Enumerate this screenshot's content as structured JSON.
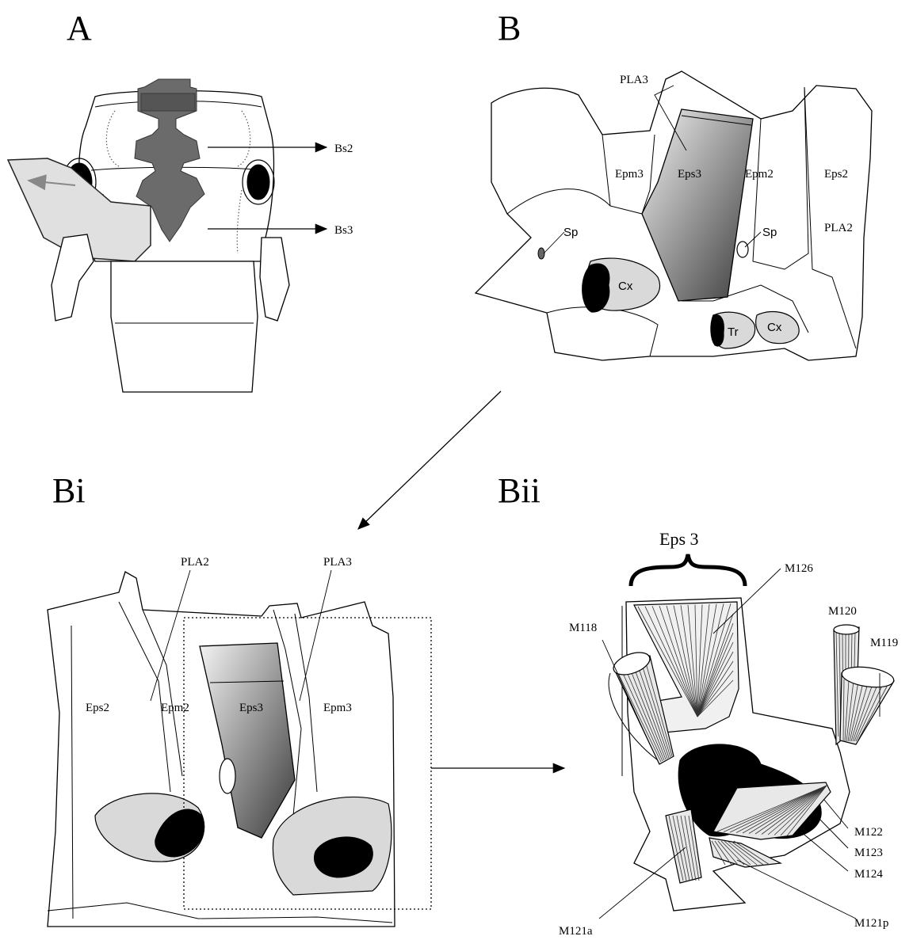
{
  "panels": {
    "A": {
      "title": "A",
      "labels": {
        "bs2": "Bs2",
        "bs3": "Bs3"
      }
    },
    "B": {
      "title": "B",
      "labels": {
        "pla3": "PLA3",
        "epm3": "Epm3",
        "eps3": "Eps3",
        "epm2": "Epm2",
        "eps2": "Eps2",
        "pla2": "PLA2",
        "sp_left": "Sp",
        "sp_right": "Sp",
        "cx_left": "Cx",
        "tr": "Tr",
        "cx_right": "Cx"
      }
    },
    "Bi": {
      "title": "Bi",
      "labels": {
        "pla2": "PLA2",
        "pla3": "PLA3",
        "eps2": "Eps2",
        "epm2": "Epm2",
        "eps3": "Eps3",
        "epm3": "Epm3"
      }
    },
    "Bii": {
      "title": "Bii",
      "labels": {
        "eps3": "Eps 3",
        "m126": "M126",
        "m118": "M118",
        "m120": "M120",
        "m119": "M119",
        "m122": "M122",
        "m123": "M123",
        "m124": "M124",
        "m121a": "M121a",
        "m121p": "M121p"
      }
    }
  },
  "colors": {
    "sclerite_dark": "#6b6b6b",
    "sclerite_light": "#d9d9d9",
    "black": "#000000"
  }
}
